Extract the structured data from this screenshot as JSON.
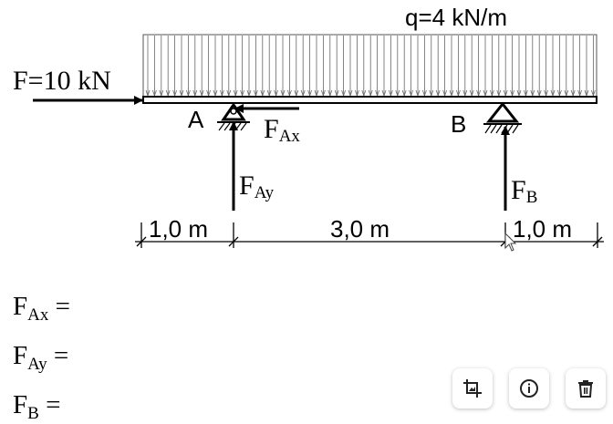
{
  "diagram": {
    "load_label": "q=4 kN/m",
    "force_label": "F=10 kN",
    "support_a": "A",
    "support_b": "B",
    "reaction_ax": {
      "main": "F",
      "sub": "Ax"
    },
    "reaction_ay": {
      "main": "F",
      "sub": "Ay"
    },
    "reaction_b": {
      "main": "F",
      "sub": "B"
    },
    "dimensions": [
      "1,0 m",
      "3,0 m",
      "1,0 m"
    ]
  },
  "answers": [
    {
      "main": "F",
      "sub": "Ax",
      "suffix": " ="
    },
    {
      "main": "F",
      "sub": "Ay",
      "suffix": " ="
    },
    {
      "main": "F",
      "sub": "B",
      "suffix": " ="
    }
  ],
  "toolbar": {
    "crop_icon": "crop-image-icon",
    "info_icon": "info-icon",
    "delete_icon": "trash-icon"
  }
}
